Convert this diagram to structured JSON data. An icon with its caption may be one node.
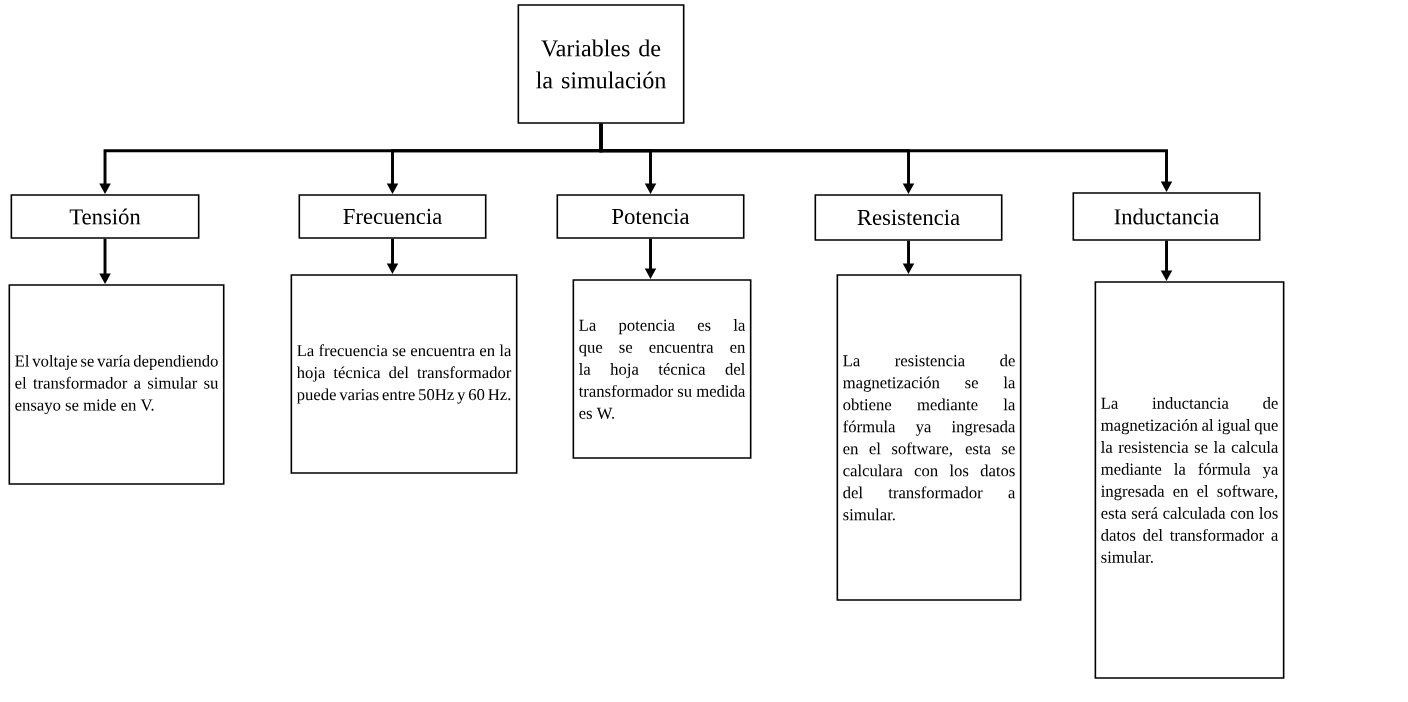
{
  "diagram": {
    "nodes": [
      {
        "text": [
          "Variables de la simulación"
        ]
      },
      {
        "text": [
          "Tensión"
        ]
      },
      {
        "text": [
          "Frecuencia"
        ]
      },
      {
        "text": [
          "Potencia"
        ]
      },
      {
        "text": [
          "Resistencia"
        ]
      },
      {
        "text": [
          "Inductancia"
        ]
      },
      {
        "text": [
          "El voltaje se varía dependiendo el transformador a simular su ensayo se mide en V."
        ]
      },
      {
        "text": [
          "La frecuencia se encuentra en la hoja técnica del transformador puede varias entre 50Hz y 60 Hz."
        ]
      },
      {
        "text": [
          "La potencia es la que se encuentra en la hoja técnica del transformador su medida es W."
        ]
      },
      {
        "text": [
          "La resistencia de magnetización se la obtiene mediante la fórmula ya ingresada en el software, esta se calculara con los datos del transformador a simular."
        ]
      },
      {
        "text": [
          "La inductancia de magnetización al igual que la resistencia se la calcula mediante la fórmula ya ingresada en el software, esta será calculada con los datos del transformador a simular."
        ]
      }
    ],
    "edges": [
      {
        "from": 0,
        "to": 1,
        "arrow": "to"
      },
      {
        "from": 0,
        "to": 2,
        "arrow": "to"
      },
      {
        "from": 0,
        "to": 3,
        "arrow": "to"
      },
      {
        "from": 0,
        "to": 4,
        "arrow": "to"
      },
      {
        "from": 0,
        "to": 5,
        "arrow": "to"
      },
      {
        "from": 1,
        "to": 6,
        "arrow": "to"
      },
      {
        "from": 2,
        "to": 7,
        "arrow": "to"
      },
      {
        "from": 3,
        "to": 8,
        "arrow": "to"
      },
      {
        "from": 4,
        "to": 9,
        "arrow": "to"
      },
      {
        "from": 5,
        "to": 10,
        "arrow": "to"
      }
    ]
  }
}
